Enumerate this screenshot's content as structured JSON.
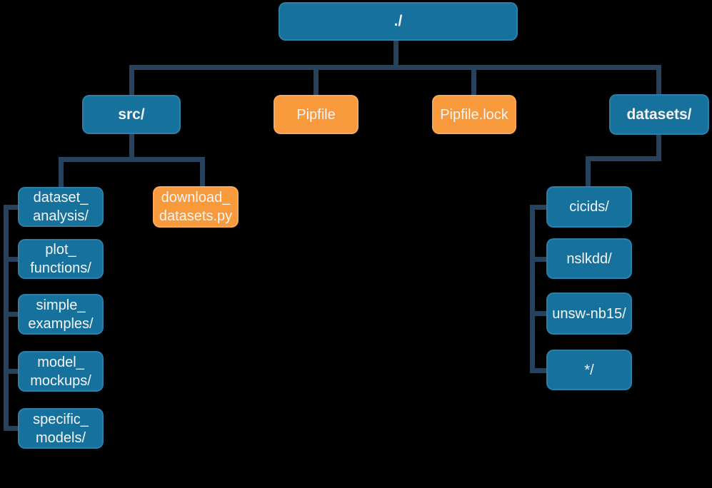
{
  "colors": {
    "background": "#000000",
    "directory_fill": "#16719d",
    "file_fill": "#f8993c",
    "connector": "#27425c",
    "text": "#f5f5f5"
  },
  "nodes": {
    "root": {
      "label": "./",
      "type": "directory",
      "parent": null
    },
    "src": {
      "label": "src/",
      "type": "directory",
      "parent": "./"
    },
    "pipfile": {
      "label": "Pipfile",
      "type": "file",
      "parent": "./"
    },
    "pipfile_lock": {
      "label": "Pipfile.lock",
      "type": "file",
      "parent": "./"
    },
    "datasets": {
      "label": "datasets/",
      "type": "directory",
      "parent": "./"
    },
    "dataset_analysis": {
      "label": "dataset_\nanalysis/",
      "type": "directory",
      "parent": "src/"
    },
    "plot_functions": {
      "label": "plot_\nfunctions/",
      "type": "directory",
      "parent": "src/"
    },
    "simple_examples": {
      "label": "simple_\nexamples/",
      "type": "directory",
      "parent": "src/"
    },
    "model_mockups": {
      "label": "model_\nmockups/",
      "type": "directory",
      "parent": "src/"
    },
    "specific_models": {
      "label": "specific_\nmodels/",
      "type": "directory",
      "parent": "src/"
    },
    "download_datasets": {
      "label": "download_\ndatasets.py",
      "type": "file",
      "parent": "src/"
    },
    "cicids": {
      "label": "cicids/",
      "type": "directory",
      "parent": "datasets/"
    },
    "nslkdd": {
      "label": "nslkdd/",
      "type": "directory",
      "parent": "datasets/"
    },
    "unsw_nb15": {
      "label": "unsw-nb15/",
      "type": "directory",
      "parent": "datasets/"
    },
    "star": {
      "label": "*/",
      "type": "directory",
      "parent": "datasets/"
    }
  }
}
